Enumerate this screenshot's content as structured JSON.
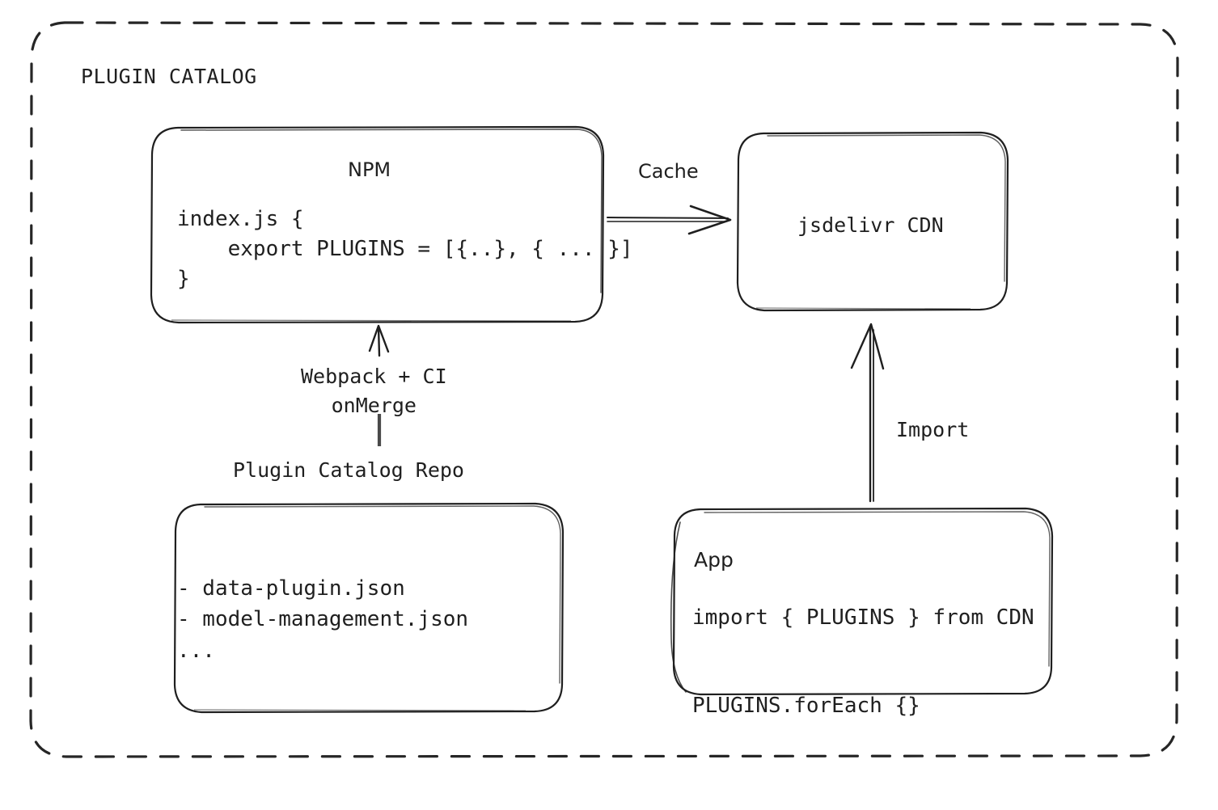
{
  "diagram": {
    "group_title": "PLUGIN CATALOG",
    "background_color": "#ffffff",
    "stroke_color": "#1f1f1f",
    "nodes": {
      "npm": {
        "title": "NPM",
        "code": "index.js {\n    export PLUGINS = [{..}, { ... }]\n}"
      },
      "cdn": {
        "title": "jsdelivr CDN"
      },
      "repo": {
        "label": "Plugin Catalog Repo",
        "code": "- data-plugin.json\n- model-management.json\n..."
      },
      "app": {
        "title": "App",
        "code": "import { PLUGINS } from CDN\n\nPLUGINS.forEach {}"
      }
    },
    "edges": {
      "cache": {
        "label": "Cache",
        "from": "npm",
        "to": "cdn"
      },
      "build": {
        "label": "Webpack + CI\nonMerge",
        "from": "repo",
        "to": "npm"
      },
      "import": {
        "label": "Import",
        "from": "app",
        "to": "cdn"
      }
    }
  }
}
